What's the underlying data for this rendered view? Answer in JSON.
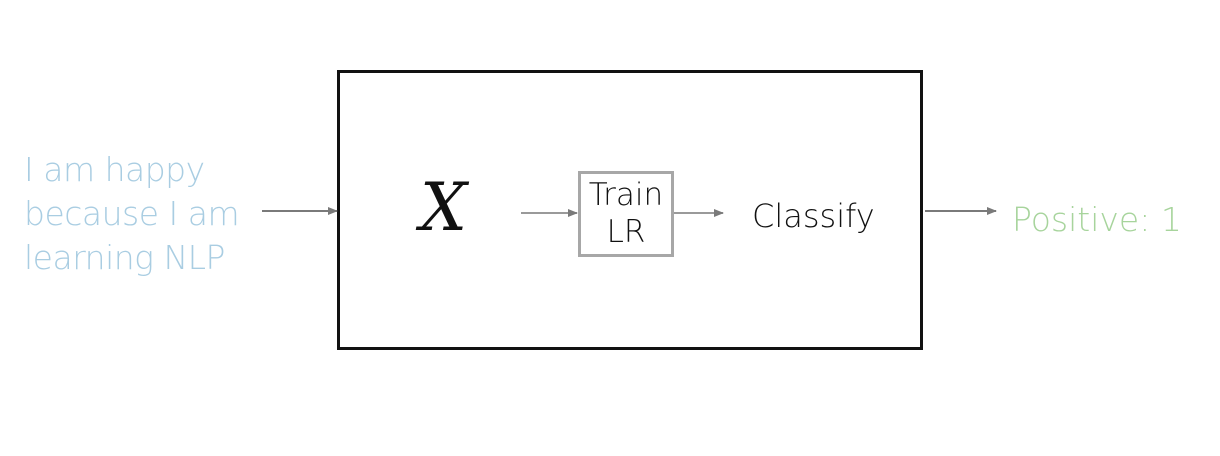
{
  "input": {
    "lines": [
      "I am happy",
      "because I am",
      "learning NLP"
    ]
  },
  "pipeline": {
    "feature_symbol": "X",
    "train_lines": [
      "Train",
      "LR"
    ],
    "classify_label": "Classify"
  },
  "output": {
    "label": "Positive: 1"
  },
  "colors": {
    "input_text": "#a9cde2",
    "output_text": "#a7d49c",
    "box_border": "#111111",
    "train_border": "#a7a7a7",
    "arrow": "#7a7a7a"
  }
}
